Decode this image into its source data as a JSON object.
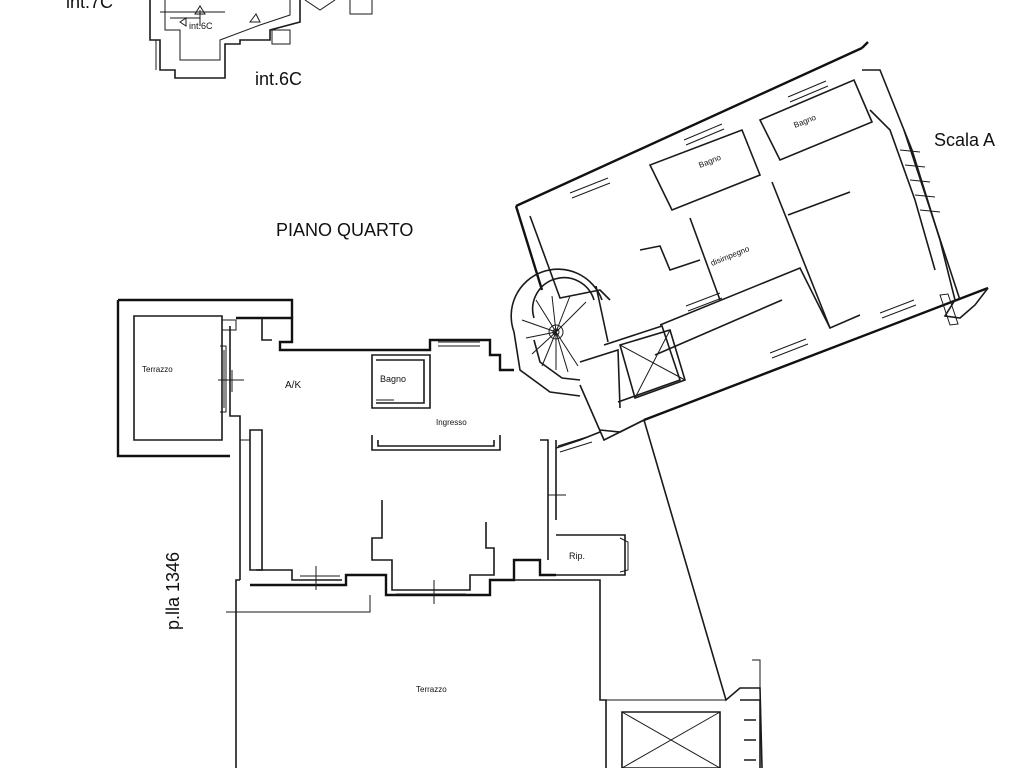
{
  "labels": {
    "int_7c": "int.7C",
    "int_6c_small": "int.6C",
    "int_6c": "int.6C",
    "scala_a": "Scala A",
    "piano_quarto": "PIANO QUARTO",
    "terrazzo_left": "Terrazzo",
    "ak": "A/K",
    "bagno_main": "Bagno",
    "ingresso": "Ingresso",
    "rip": "Rip.",
    "terrazzo_bottom": "Terrazzo",
    "particella": "p.lla 1346",
    "bagno_upper_1": "Bagno",
    "bagno_upper_2": "Bagno",
    "disimpegno": "disimpegno"
  }
}
